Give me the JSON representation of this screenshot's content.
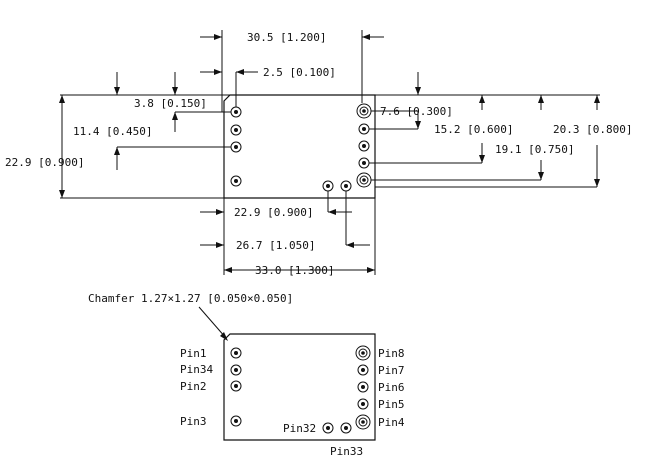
{
  "top_view": {
    "dimensions": {
      "width_30_5": "30.5 [1.200]",
      "offset_2_5": "2.5 [0.100]",
      "offset_3_8": "3.8 [0.150]",
      "offset_7_6": "7.6 [0.300]",
      "offset_11_4": "11.4 [0.450]",
      "offset_15_2": "15.2 [0.600]",
      "offset_19_1": "19.1 [0.750]",
      "offset_20_3": "20.3 [0.800]",
      "height_22_9": "22.9 [0.900]",
      "width_22_9": "22.9 [0.900]",
      "width_26_7": "26.7 [1.050]",
      "width_33_0": "33.0 [1.300]"
    }
  },
  "bottom_view": {
    "chamfer_note": "Chamfer 1.27×1.27 [0.050×0.050]",
    "pins": {
      "pin1": "Pin1",
      "pin34": "Pin34",
      "pin2": "Pin2",
      "pin3": "Pin3",
      "pin8": "Pin8",
      "pin7": "Pin7",
      "pin6": "Pin6",
      "pin5": "Pin5",
      "pin4": "Pin4",
      "pin32": "Pin32",
      "pin33": "Pin33"
    }
  }
}
